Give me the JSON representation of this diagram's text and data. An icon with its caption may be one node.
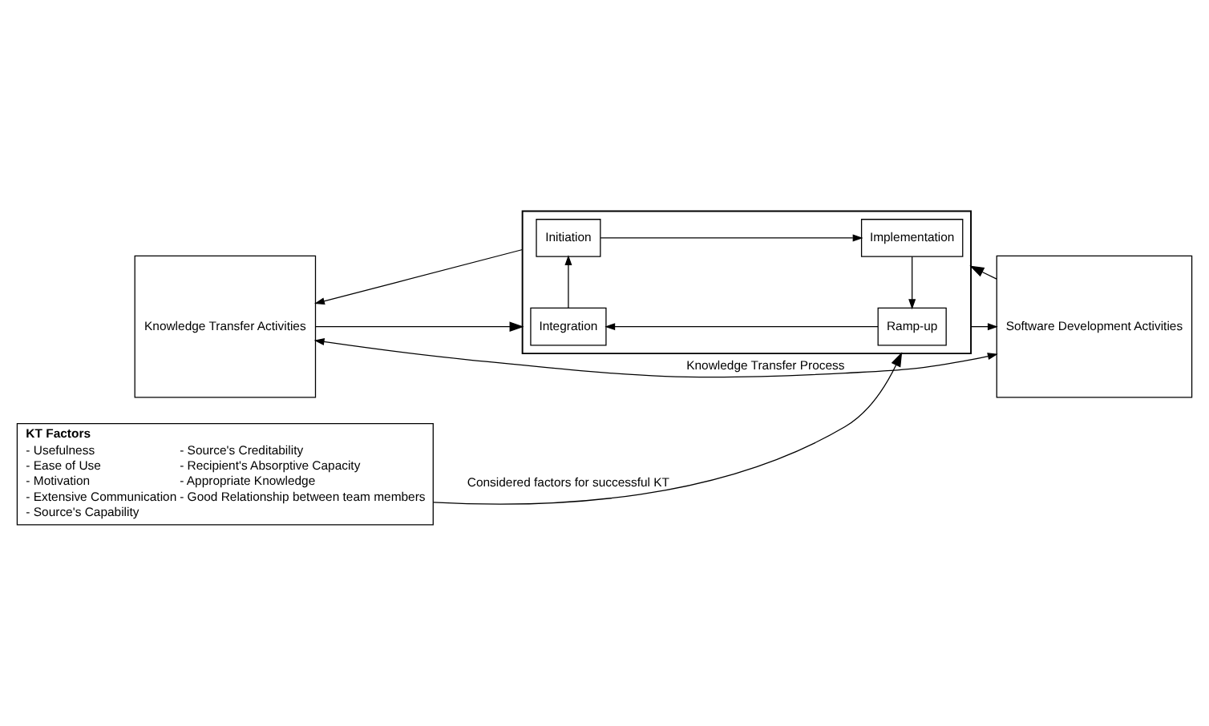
{
  "diagram": {
    "nodes": [
      {
        "text": [
          "Knowledge Transfer Activities"
        ]
      },
      {
        "text": [],
        "shape": "box"
      },
      {
        "text": [
          "Initiation"
        ],
        "in": 1
      },
      {
        "text": [
          "Implementation"
        ],
        "in": 1
      },
      {
        "text": [
          "Integration"
        ],
        "in": 1
      },
      {
        "text": [
          "Ramp-up"
        ],
        "in": 1
      },
      {
        "text": [
          "Software Development Activities"
        ]
      },
      {
        "text": [
          "KT Factors",
          "- Usefulness",
          "- Ease of Use",
          "- Motivation",
          "- Extensive Communication",
          "- Source's Capability",
          "- Source's Creditability",
          "- Recipient's Absorptive Capacity",
          "- Appropriate Knowledge",
          "- Good Relationship between team members"
        ]
      }
    ],
    "edges": [
      {
        "from": 0,
        "to": 1,
        "arrow": "to"
      },
      {
        "from": 1,
        "to": 0,
        "arrow": "to"
      },
      {
        "from": 1,
        "to": 6,
        "arrow": "to"
      },
      {
        "from": 6,
        "to": 1,
        "arrow": "to"
      },
      {
        "from": 2,
        "to": 3,
        "arrow": "to"
      },
      {
        "from": 3,
        "to": 5,
        "arrow": "to"
      },
      {
        "from": 5,
        "to": 4,
        "arrow": "to"
      },
      {
        "from": 4,
        "to": 2,
        "arrow": "to"
      },
      {
        "from": 0,
        "to": 6,
        "arrow": "both",
        "label": "Knowledge Transfer Process"
      },
      {
        "from": 7,
        "to": 1,
        "arrow": "to",
        "label": "Considered factors for successful KT"
      }
    ]
  }
}
